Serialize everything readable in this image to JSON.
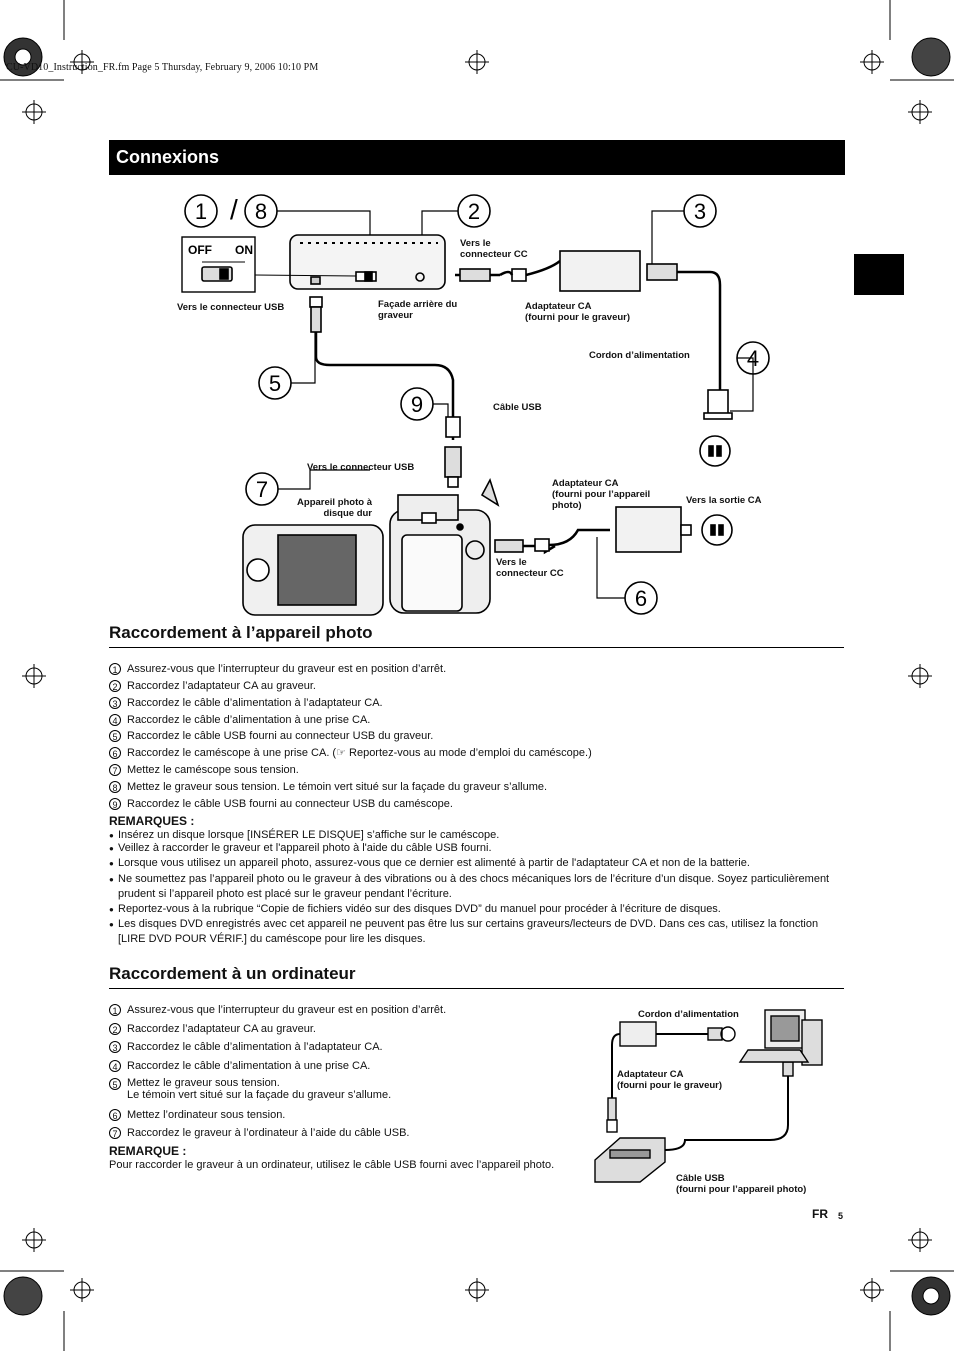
{
  "header": {
    "file_line": "CU-VD10_Instruction_FR.fm  Page 5  Thursday, February 9, 2006  10:10 PM"
  },
  "banner": {
    "title": "Connexions"
  },
  "diagram1": {
    "callouts": [
      "1",
      "8",
      "2",
      "3",
      "4",
      "5",
      "9",
      "7",
      "6"
    ],
    "slash": "/",
    "switch_off": "OFF",
    "switch_on": "ON",
    "labels": {
      "vers_cc_top": "Vers le\nconnecteur CC",
      "vers_usb_left": "Vers le connecteur USB",
      "facade": "Façade arrière du\ngraveur",
      "adaptateur_graveur": "Adaptateur CA\n(fourni pour le graveur)",
      "cordon": "Cordon d’alimentation",
      "cable_usb": "Câble USB",
      "vers_usb_cam": "Vers le connecteur USB",
      "appareil": "Appareil photo à\ndisque dur",
      "adaptateur_photo": "Adaptateur CA\n(fourni pour l’appareil\nphoto)",
      "vers_sortie": "Vers la sortie CA",
      "vers_cc_bottom": "Vers le\nconnecteur CC"
    }
  },
  "section_photo": {
    "title": "Raccordement à l’appareil photo",
    "steps": [
      {
        "n": "1",
        "text": "Assurez-vous que l’interrupteur du graveur est en position d’arrêt."
      },
      {
        "n": "2",
        "text": "Raccordez l’adaptateur CA au graveur."
      },
      {
        "n": "3",
        "text": "Raccordez le câble d’alimentation à l’adaptateur CA."
      },
      {
        "n": "4",
        "text": "Raccordez le câble d’alimentation à une prise CA."
      },
      {
        "n": "5",
        "text": "Raccordez le câble USB fourni au connecteur USB du graveur."
      },
      {
        "n": "6",
        "text": "Raccordez le caméscope à une prise CA. (☞ Reportez-vous au mode d’emploi du caméscope.)"
      },
      {
        "n": "7",
        "text": "Mettez le caméscope sous tension."
      },
      {
        "n": "8",
        "text": "Mettez le graveur sous tension. Le témoin vert situé sur la façade du graveur s’allume."
      },
      {
        "n": "9",
        "text": "Raccordez le câble USB fourni au connecteur USB du caméscope."
      }
    ],
    "remarks_title": "REMARQUES :",
    "remarks": [
      "Insérez un disque lorsque [INSÉRER LE DISQUE] s’affiche sur le caméscope.",
      "Veillez à raccorder le graveur et l'appareil photo à l'aide du câble USB fourni.",
      "Lorsque vous utilisez un appareil photo, assurez-vous que ce dernier est alimenté à partir de l'adaptateur CA et non de la batterie.",
      "Ne soumettez pas l’appareil photo ou le graveur à des vibrations ou à des chocs mécaniques lors de l’écriture d’un disque. Soyez particulièrement prudent si l’appareil photo est placé sur le graveur pendant l’écriture.",
      "Reportez-vous à la rubrique “Copie de fichiers vidéo sur des disques DVD” du manuel pour procéder à l’écriture de disques.",
      "Les disques DVD enregistrés avec cet appareil ne peuvent pas être lus sur certains graveurs/lecteurs de DVD. Dans ces cas, utilisez la fonction [LIRE DVD POUR VÉRIF.] du caméscope pour lire les disques."
    ]
  },
  "section_pc": {
    "title": "Raccordement à un ordinateur",
    "steps": [
      {
        "n": "1",
        "text": "Assurez-vous que l’interrupteur du graveur est en position d’arrêt."
      },
      {
        "n": "2",
        "text": "Raccordez l’adaptateur CA au graveur."
      },
      {
        "n": "3",
        "text": "Raccordez le câble d’alimentation à l’adaptateur CA."
      },
      {
        "n": "4",
        "text": "Raccordez le câble d’alimentation à une prise CA."
      },
      {
        "n": "5",
        "text": "Mettez le graveur sous tension.\nLe témoin vert  situé sur la façade du graveur s’allume."
      },
      {
        "n": "6",
        "text": "Mettez l’ordinateur sous tension."
      },
      {
        "n": "7",
        "text": "Raccordez le graveur à l’ordinateur à l’aide du câble USB."
      }
    ],
    "remark_title": "REMARQUE :",
    "remark_text": "Pour raccorder le graveur à un ordinateur, utilisez le câble USB fourni avec l’appareil photo.",
    "diagram_labels": {
      "cordon": "Cordon d’alimentation",
      "adaptateur": "Adaptateur CA\n(fourni pour le graveur)",
      "cable": "Câble USB\n(fourni pour l’appareil photo)"
    }
  },
  "footer": {
    "lang": "FR",
    "page": "5"
  }
}
